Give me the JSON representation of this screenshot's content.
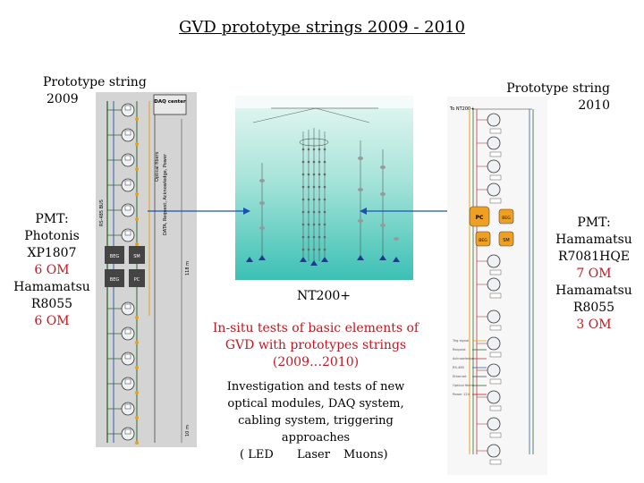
{
  "title": "GVD prototype strings 2009 - 2010",
  "left": {
    "heading_line1": "Prototype string",
    "heading_line2": "2009",
    "pmt_label": "PMT:",
    "pmt1_name": "Photonis",
    "pmt1_model": "XP1807",
    "pmt1_count": "6 OM",
    "pmt2_name": "Hamamatsu",
    "pmt2_model": "R8055",
    "pmt2_count": "6 OM",
    "diagram": {
      "daq_center": "DAQ center",
      "bus_label": "RS-485 BUS",
      "optical_fibers": "Optical fibers",
      "data_label": "DATA, Request, Acknowledge, Power",
      "beg": "BEG",
      "sm": "SM",
      "pc": "PC",
      "length_total": "118 m",
      "length_segment": "10 m"
    }
  },
  "right": {
    "heading_line1": "Prototype string",
    "heading_line2": "2010",
    "pmt_label": "PMT:",
    "pmt1_name": "Hamamatsu",
    "pmt1_model": "R7081HQE",
    "pmt1_count": "7 OM",
    "pmt2_name": "Hamamatsu",
    "pmt2_model": "R8055",
    "pmt2_count": "3 OM",
    "diagram": {
      "to_nt": "To NT200+",
      "pc": "PC",
      "beg": "BEG",
      "sm": "SM",
      "legend": [
        "Trig signal",
        "Request",
        "Acknowledge",
        "RS-485",
        "Ethernet",
        "Optical fibers",
        "Power 12V"
      ]
    }
  },
  "center": {
    "nt_label": "NT200+",
    "insitu_line1": "In-situ tests of basic elements of",
    "insitu_line2": "GVD with prototypes strings",
    "insitu_line3": "(2009…2010)",
    "invest_line1": "Investigation and tests of new",
    "invest_line2": "optical modules, DAQ system,",
    "invest_line3": "cabling system, triggering",
    "invest_line4": "approaches",
    "footer_open": "( LED",
    "footer_laser": "Laser",
    "footer_muons": "Muons)"
  },
  "colors": {
    "accent_red": "#c8141e",
    "water_top": "#e6f7f2",
    "water_bottom": "#3cc0b4",
    "arrow": "#1e50b4"
  }
}
